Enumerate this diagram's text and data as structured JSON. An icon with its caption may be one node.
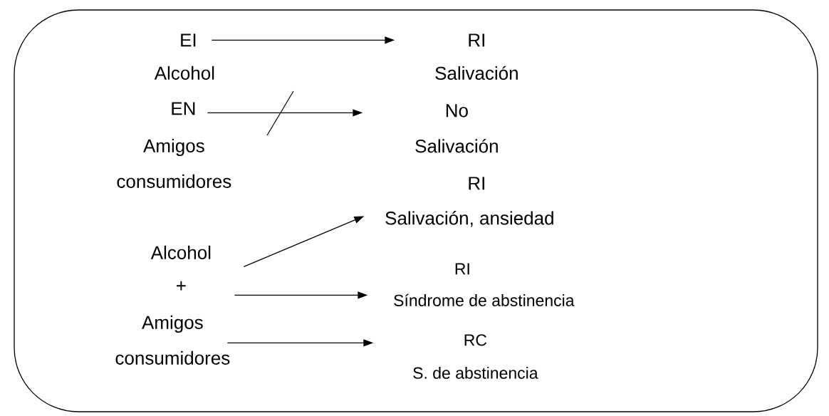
{
  "diagram": {
    "nodes": [
      {
        "text": [],
        "shape": "box"
      },
      {
        "text": [
          "EI",
          "Alcohol"
        ],
        "in": 0
      },
      {
        "text": [
          "RI",
          "Salivación"
        ],
        "in": 0
      },
      {
        "text": [
          "EN",
          "Amigos consumidores"
        ],
        "in": 0
      },
      {
        "text": [
          "No Salivación"
        ],
        "in": 0
      },
      {
        "text": [
          "RI",
          "Salivación, ansiedad"
        ],
        "in": 0
      },
      {
        "text": [
          "Alcohol",
          "+",
          "Amigos consumidores"
        ],
        "in": 0
      },
      {
        "text": [
          "RI",
          "Síndrome de abstinencia"
        ],
        "in": 0
      },
      {
        "text": [
          "RC",
          "S. de abstinencia"
        ],
        "in": 0
      }
    ],
    "edges": [
      {
        "from": 1,
        "to": 2,
        "arrow": "to"
      },
      {
        "from": 3,
        "to": 4,
        "arrow": "to"
      },
      {
        "from": 6,
        "to": 5,
        "arrow": "to"
      },
      {
        "from": 6,
        "to": 7,
        "arrow": "to"
      },
      {
        "from": 6,
        "to": 8,
        "arrow": "to"
      }
    ]
  }
}
